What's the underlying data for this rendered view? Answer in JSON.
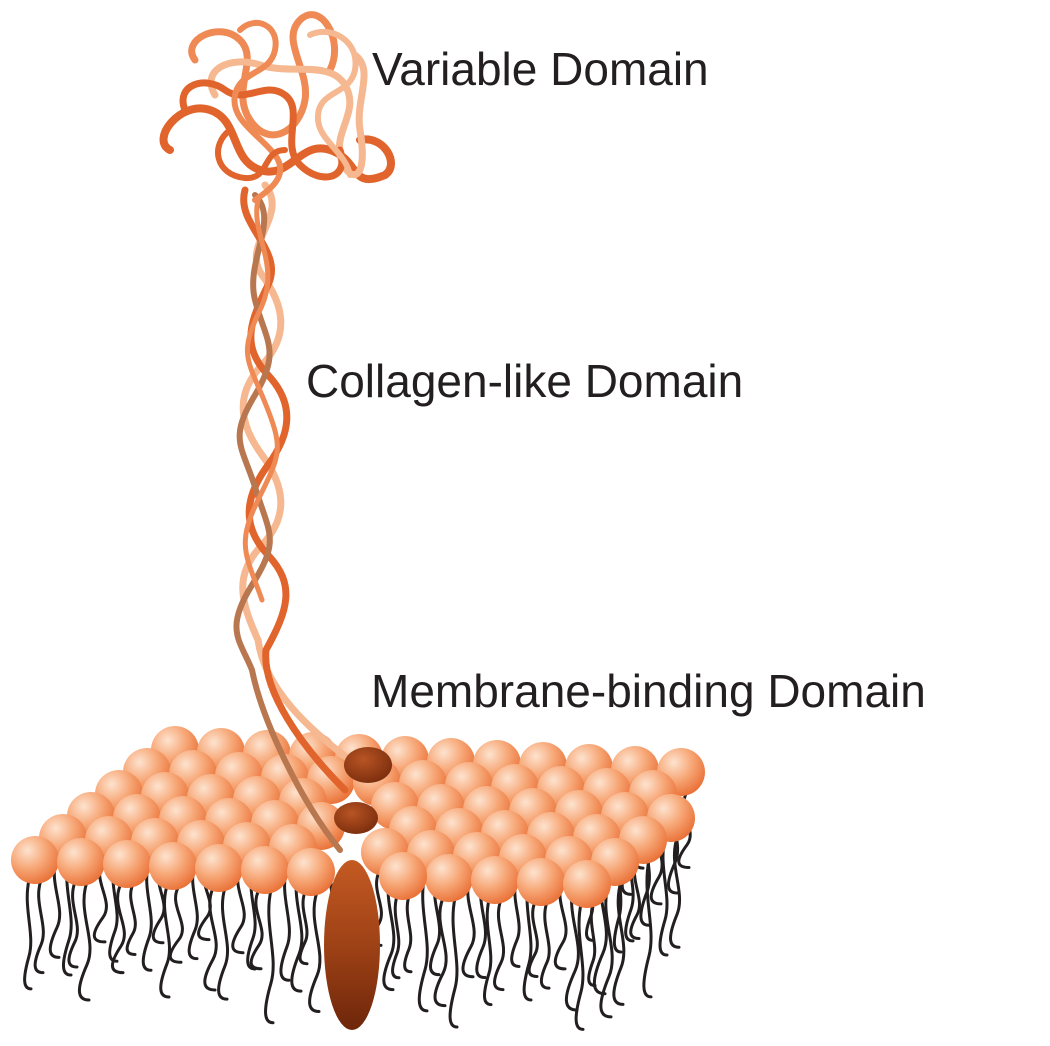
{
  "labels": {
    "variable_domain": "Variable Domain",
    "collagen_domain": "Collagen-like Domain",
    "membrane_domain": "Membrane-binding Domain"
  },
  "colors": {
    "protein_dark": "#e0642b",
    "protein_mid": "#ef8a55",
    "protein_light": "#f6b890",
    "protein_brown": "#b9774f",
    "anchor_dark": "#7a2d0d",
    "anchor_mid": "#c45a22",
    "lipid_head_light": "#fde3cf",
    "lipid_head_mid": "#f7a878",
    "lipid_head_dark": "#e96f35",
    "tail": "#231f20",
    "text": "#231f20"
  }
}
